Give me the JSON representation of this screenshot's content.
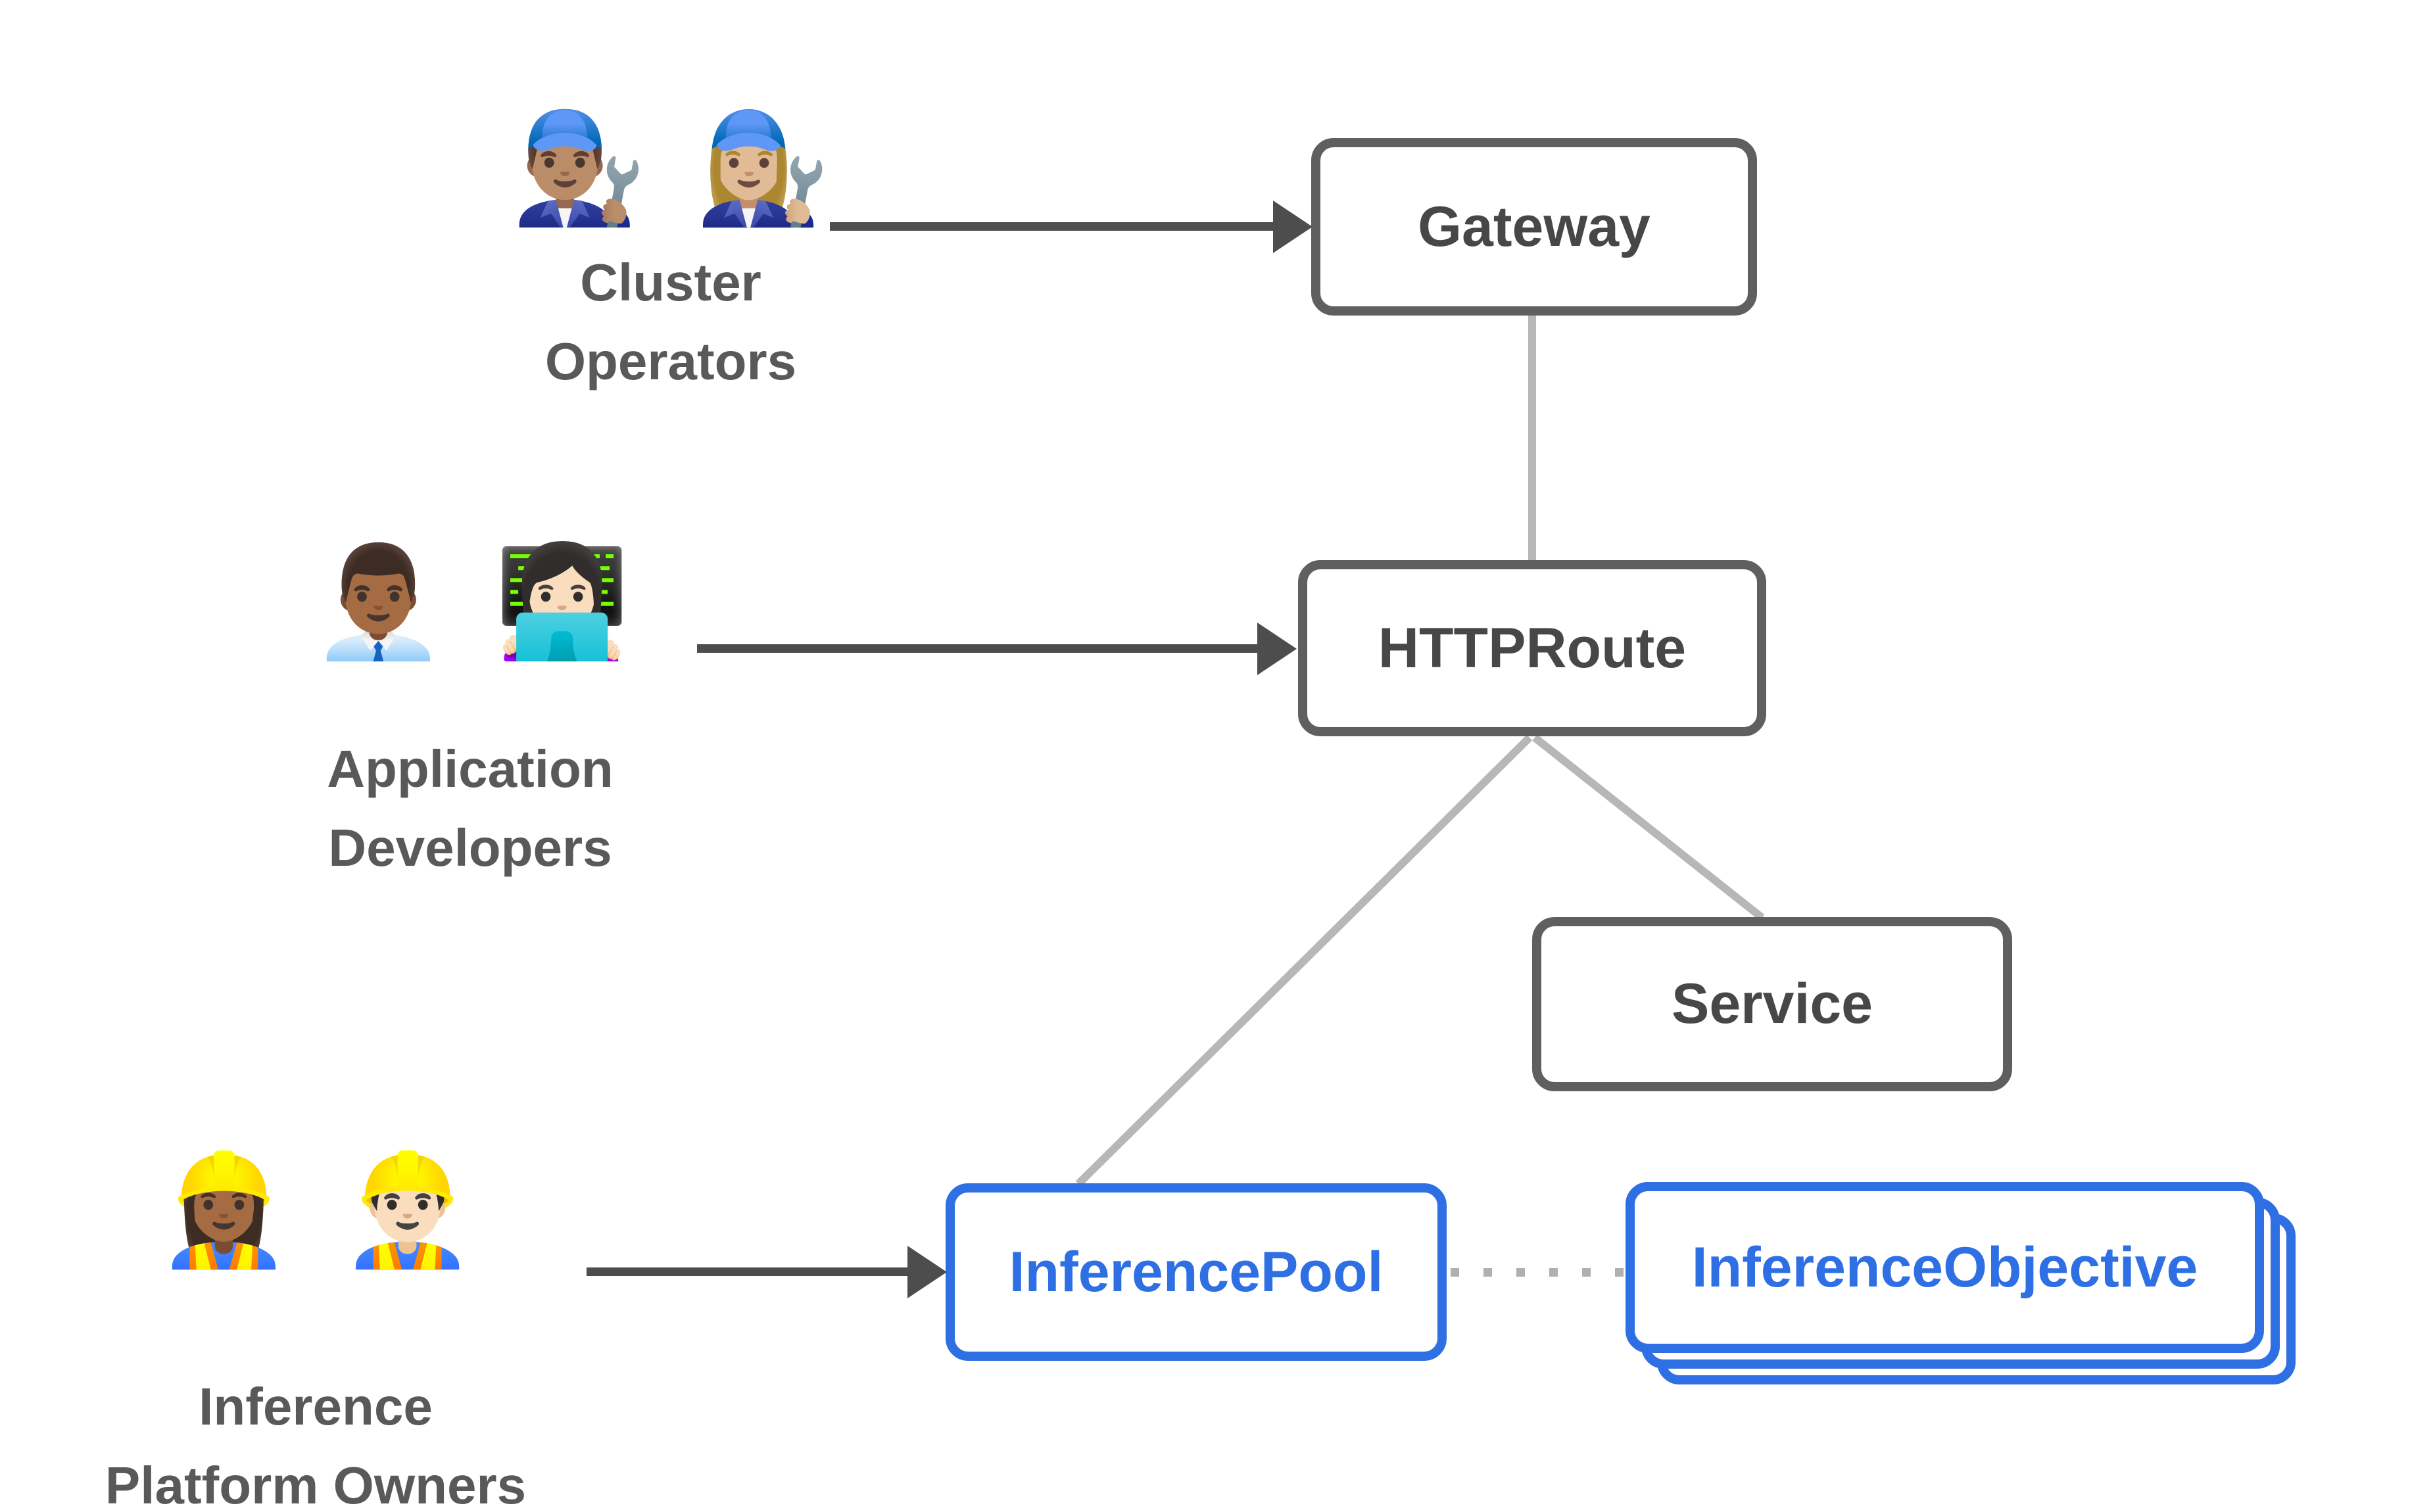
{
  "personas": {
    "cluster_operators": {
      "emoji1": "👨🏽‍🔧",
      "emoji2": "👩🏼‍🔧",
      "line1": "Cluster",
      "line2": "Operators"
    },
    "application_developers": {
      "emoji1": "👨🏾‍💼",
      "emoji2": "👩🏻‍💻",
      "line1": "Application",
      "line2": "Developers"
    },
    "inference_platform_owners": {
      "emoji1": "👷🏾‍♀️",
      "emoji2": "👷🏻‍♂️",
      "line1": "Inference",
      "line2": "Platform Owners"
    }
  },
  "nodes": {
    "gateway": {
      "label": "Gateway",
      "style": "gray"
    },
    "httproute": {
      "label": "HTTPRoute",
      "style": "gray"
    },
    "service": {
      "label": "Service",
      "style": "gray"
    },
    "inference_pool": {
      "label": "InferencePool",
      "style": "blue"
    },
    "inference_objective": {
      "label": "InferenceObjective",
      "style": "blue",
      "stacked_copies": 3
    }
  },
  "edges": [
    {
      "from": "cluster-operators",
      "to": "gateway",
      "type": "solid-arrow"
    },
    {
      "from": "application-developers",
      "to": "httproute",
      "type": "solid-arrow"
    },
    {
      "from": "inference-platform-owners",
      "to": "inference-pool",
      "type": "solid-arrow"
    },
    {
      "from": "gateway",
      "to": "httproute",
      "type": "plain-line"
    },
    {
      "from": "httproute",
      "to": "inference-pool",
      "type": "plain-line"
    },
    {
      "from": "httproute",
      "to": "service",
      "type": "plain-line"
    },
    {
      "from": "inference-pool",
      "to": "inference-objective",
      "type": "dotted-line"
    }
  ],
  "colors": {
    "background": "#ffffff",
    "node_border_gray": "#5f5f5f",
    "node_label_gray": "#474747",
    "persona_label_gray": "#595959",
    "arrow_dark": "#4d4d4d",
    "connector_light": "#b7b7b7",
    "dotted_gray": "#b0b0b0",
    "accent_blue": "#2f6fe4"
  }
}
